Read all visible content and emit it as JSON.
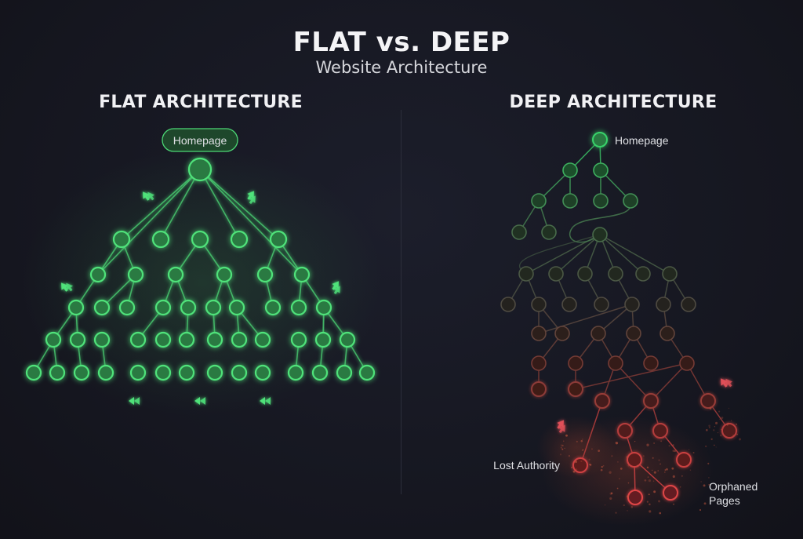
{
  "header": {
    "title": "FLAT vs. DEEP",
    "subtitle": "Website Architecture"
  },
  "flat": {
    "section_title": "FLAT ARCHITECTURE",
    "homepage_label": "Homepage"
  },
  "deep": {
    "section_title": "DEEP ARCHITECTURE",
    "homepage_label": "Homepage",
    "lost_authority_label": "Lost Authority",
    "orphaned_pages_label": [
      "Orphaned",
      "Pages"
    ]
  },
  "colors": {
    "background": "#161722",
    "flat_green": "#4fe27a",
    "deep_top_green": "#39d26a",
    "deep_mid_gray": "#4b5046",
    "deep_bottom_red": "#d9454a"
  }
}
